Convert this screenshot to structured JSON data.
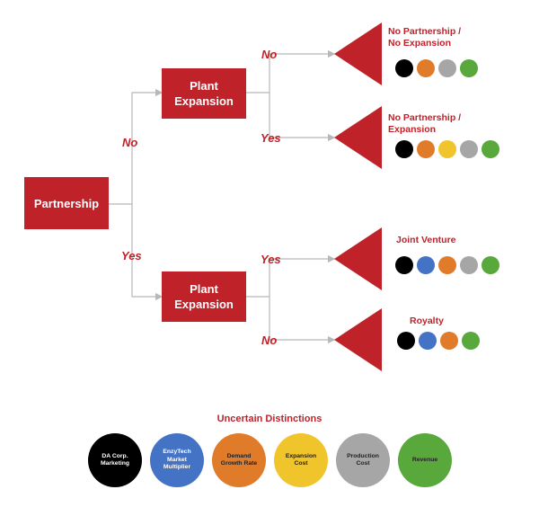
{
  "nodes": {
    "root": "Partnership",
    "upper_decision": "Plant\nExpansion",
    "lower_decision": "Plant\nExpansion"
  },
  "branches": {
    "root_no": "No",
    "root_yes": "Yes",
    "upper_no": "No",
    "upper_yes": "Yes",
    "lower_yes": "Yes",
    "lower_no": "No"
  },
  "outcomes": [
    {
      "label": "No Partnership /\nNo Expansion",
      "uncertainties": [
        "DA Corp. Marketing",
        "Demand Growth Rate",
        "Production Cost",
        "Revenue"
      ]
    },
    {
      "label": "No Partnership /\nExpansion",
      "uncertainties": [
        "DA Corp. Marketing",
        "Demand Growth Rate",
        "Expansion Cost",
        "Production Cost",
        "Revenue"
      ]
    },
    {
      "label": "Joint Venture",
      "uncertainties": [
        "DA Corp. Marketing",
        "EnzyTech Market Multiplier",
        "Demand Growth Rate",
        "Production Cost",
        "Revenue"
      ]
    },
    {
      "label": "Royalty",
      "uncertainties": [
        "DA Corp. Marketing",
        "EnzyTech Market Multiplier",
        "Demand Growth Rate",
        "Revenue"
      ]
    }
  ],
  "legend": {
    "title": "Uncertain Distinctions",
    "items": [
      {
        "label": "DA Corp.\nMarketing",
        "color": "#000000",
        "text_color": "#ffffff"
      },
      {
        "label": "EnzyTech\nMarket\nMultiplier",
        "color": "#4472c4",
        "text_color": "#ffffff"
      },
      {
        "label": "Demand\nGrowth Rate",
        "color": "#e07b2a",
        "text_color": "#222222"
      },
      {
        "label": "Expansion\nCost",
        "color": "#f0c42b",
        "text_color": "#222222"
      },
      {
        "label": "Production\nCost",
        "color": "#a6a6a6",
        "text_color": "#222222"
      },
      {
        "label": "Revenue",
        "color": "#59a83c",
        "text_color": "#222222"
      }
    ]
  },
  "colors": {
    "decision": "#c0222a",
    "connector": "#b8b8b8"
  }
}
